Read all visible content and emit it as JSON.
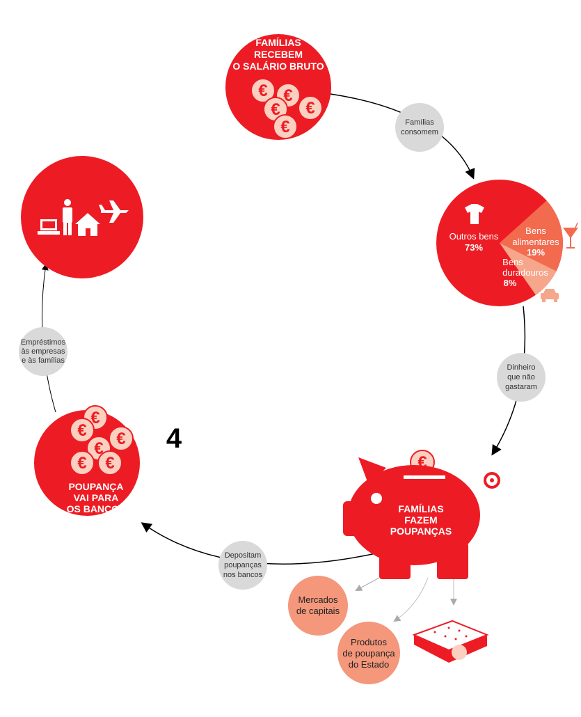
{
  "colors": {
    "red": "#ed1c24",
    "salmon": "#f4977b",
    "bubble": "#d9d9d9",
    "food": "#f26b4f",
    "durable": "#f6a68a"
  },
  "step_number": "4",
  "nodes": {
    "salary": [
      "FAMÍLIAS",
      "RECEBEM",
      "O SALÁRIO BRUTO"
    ],
    "savings": [
      "FAMÍLIAS",
      "FAZEM",
      "POUPANÇAS"
    ],
    "banks": [
      "POUPANÇA",
      "VAI PARA",
      "OS BANCOS"
    ]
  },
  "connectors": {
    "consume": [
      "Famílias",
      "consomem"
    ],
    "unspent": [
      "Dinheiro",
      "que não",
      "gastaram"
    ],
    "deposit": [
      "Depositam",
      "poupanças",
      "nos bancos"
    ],
    "loans": [
      "Empréstimos",
      "às empresas",
      "e às famílias"
    ]
  },
  "pie": {
    "slices": [
      {
        "label": "Outros bens",
        "value": 73,
        "pct": "73%"
      },
      {
        "label_lines": [
          "Bens",
          "alimentares"
        ],
        "value": 19,
        "pct": "19%"
      },
      {
        "label_lines": [
          "Bens",
          "duradouros"
        ],
        "value": 8,
        "pct": "8%"
      }
    ]
  },
  "outlets": {
    "markets": [
      "Mercados",
      "de capitais"
    ],
    "state": [
      "Produtos",
      "de poupança",
      "do Estado"
    ]
  },
  "icons": [
    "euro-coin-icon",
    "tshirt-icon",
    "cocktail-icon",
    "car-icon",
    "laptop-icon",
    "person-icon",
    "house-icon",
    "airplane-icon",
    "piggy-bank-icon",
    "mattress-icon"
  ]
}
